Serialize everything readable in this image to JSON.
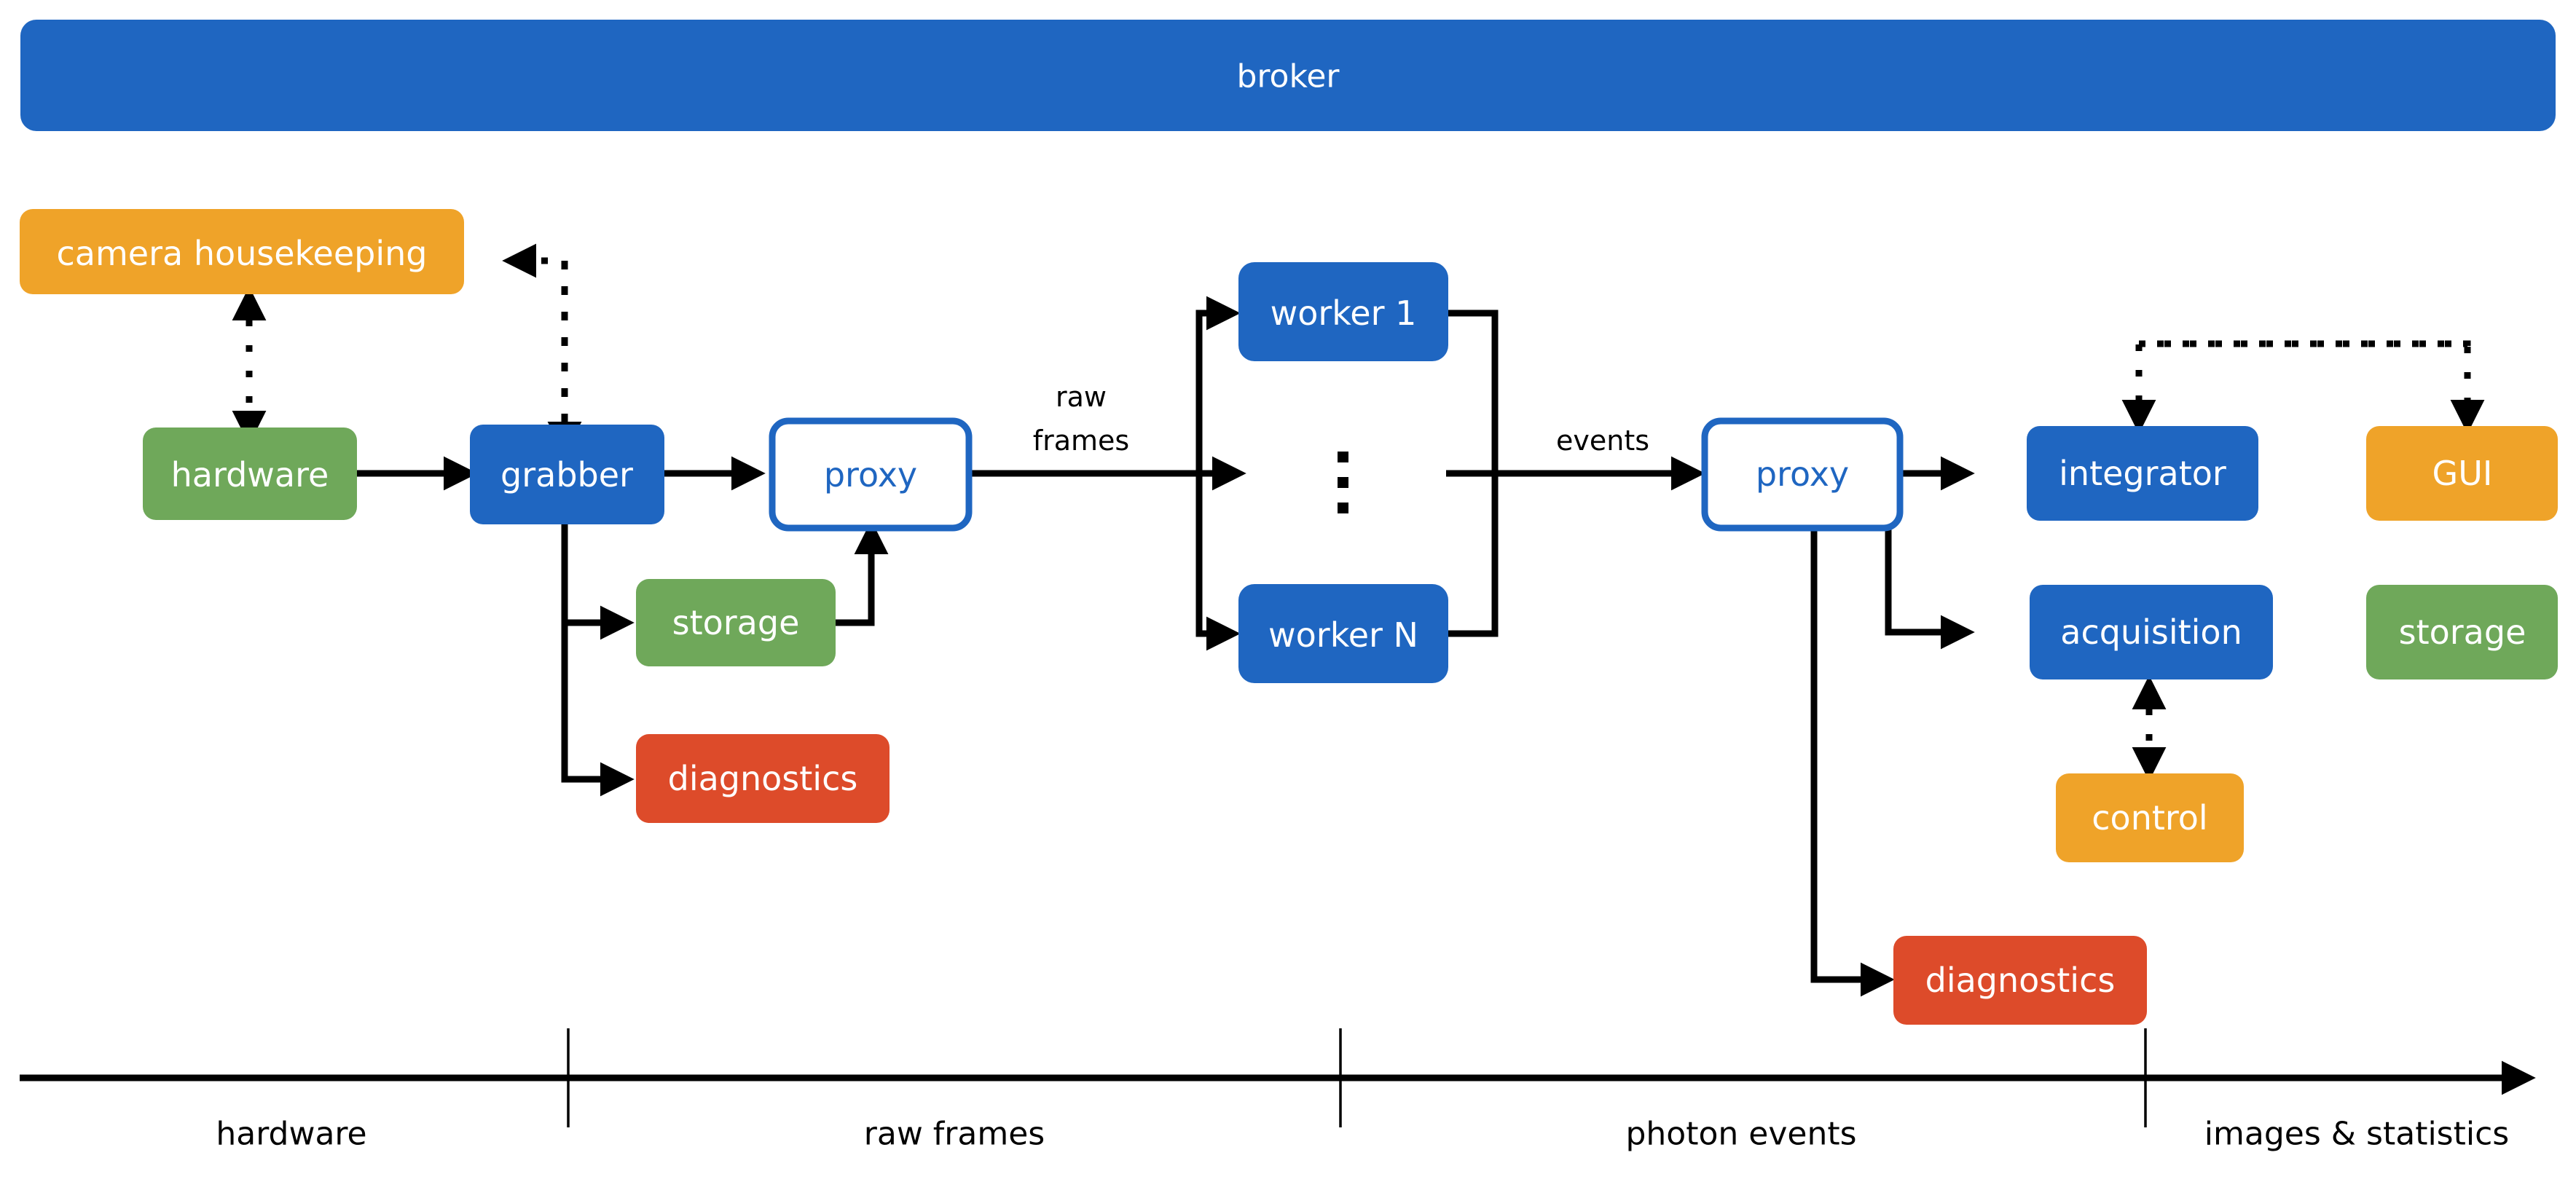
{
  "diagram": {
    "title": "broker",
    "palette": {
      "blue": "#1f66c1",
      "orange": "#efa329",
      "green": "#6fa85a",
      "red": "#dd4b2a",
      "white": "#ffffff",
      "black": "#000000"
    },
    "broker": {
      "label": "broker"
    },
    "nodes": [
      {
        "id": "camera-housekeeping",
        "label": "camera housekeeping",
        "color": "orange"
      },
      {
        "id": "hardware",
        "label": "hardware",
        "color": "green"
      },
      {
        "id": "grabber",
        "label": "grabber",
        "color": "blue"
      },
      {
        "id": "proxy-left",
        "label": "proxy",
        "color": "outline"
      },
      {
        "id": "storage-left",
        "label": "storage",
        "color": "green"
      },
      {
        "id": "diagnostics-left",
        "label": "diagnostics",
        "color": "red"
      },
      {
        "id": "worker-1",
        "label": "worker 1",
        "color": "blue"
      },
      {
        "id": "worker-n",
        "label": "worker N",
        "color": "blue"
      },
      {
        "id": "proxy-right",
        "label": "proxy",
        "color": "outline"
      },
      {
        "id": "integrator",
        "label": "integrator",
        "color": "blue"
      },
      {
        "id": "gui",
        "label": "GUI",
        "color": "orange"
      },
      {
        "id": "acquisition",
        "label": "acquisition",
        "color": "blue"
      },
      {
        "id": "storage-right",
        "label": "storage",
        "color": "green"
      },
      {
        "id": "control",
        "label": "control",
        "color": "orange"
      },
      {
        "id": "diagnostics-right",
        "label": "diagnostics",
        "color": "red"
      }
    ],
    "edge_labels": [
      {
        "id": "raw-frames-edge",
        "line1": "raw",
        "line2": "frames"
      },
      {
        "id": "events-edge",
        "line1": "events",
        "line2": ""
      }
    ],
    "axis": {
      "stages": [
        {
          "id": "stage-hardware",
          "label": "hardware"
        },
        {
          "id": "stage-raw-frames",
          "label": "raw frames"
        },
        {
          "id": "stage-photon-events",
          "label": "photon events"
        },
        {
          "id": "stage-images-statistics",
          "label": "images & statistics"
        }
      ]
    }
  }
}
